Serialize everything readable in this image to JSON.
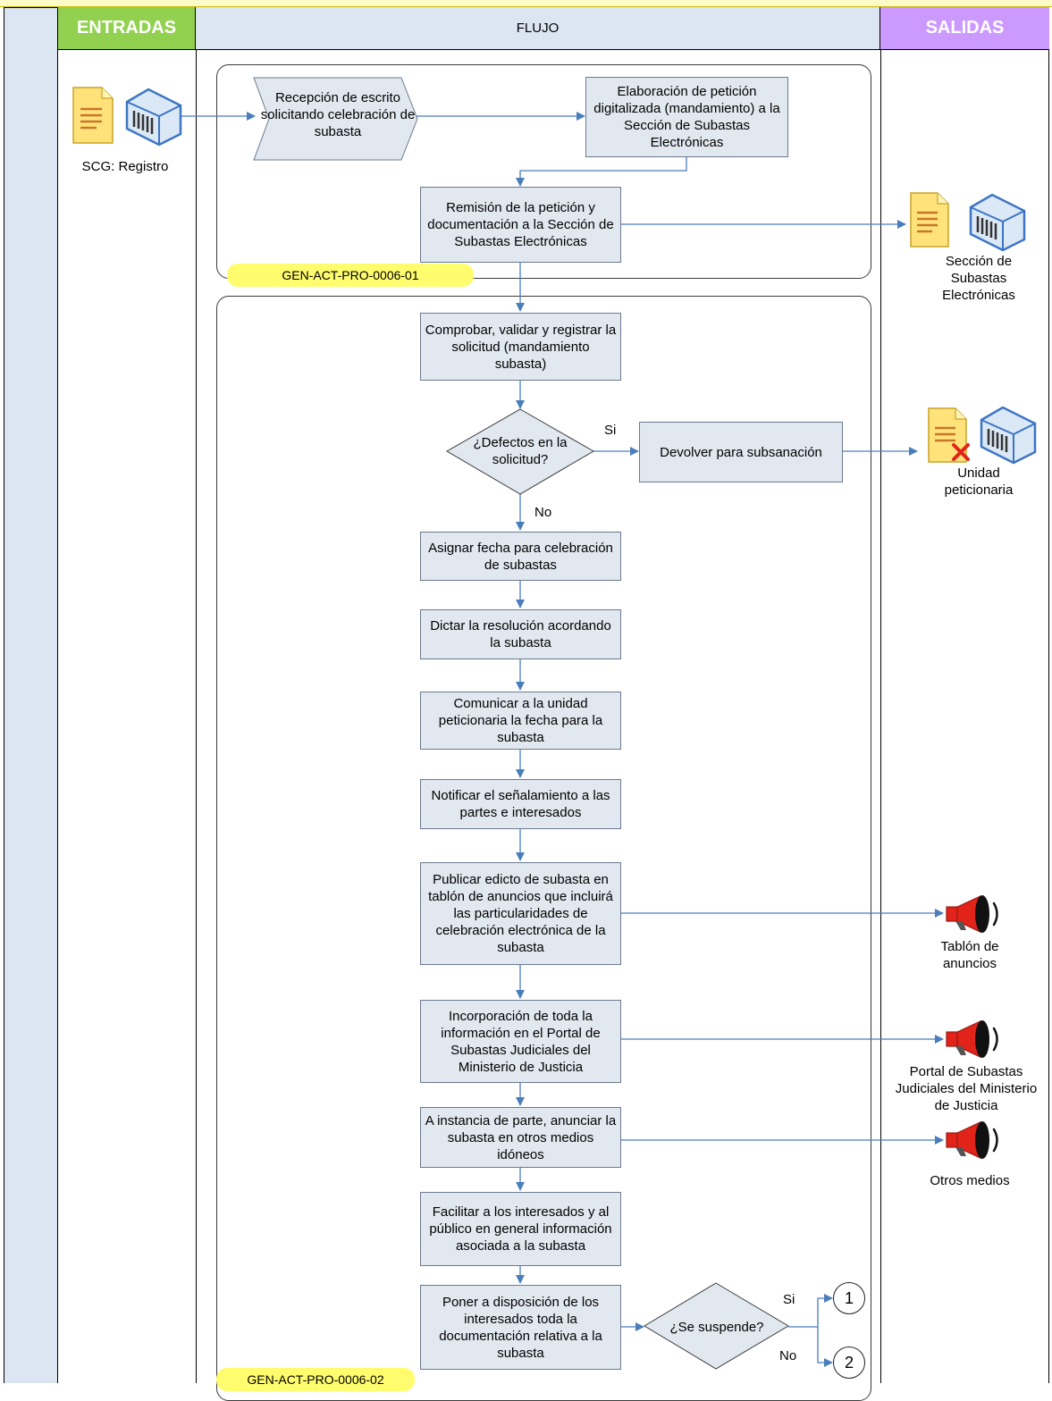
{
  "headers": {
    "entradas": "ENTRADAS",
    "flujo": "FLUJO",
    "salidas": "SALIDAS"
  },
  "inputs": {
    "scg_registro": "SCG: Registro"
  },
  "groups": {
    "group1_tag": "GEN-ACT-PRO-0006-01",
    "group2_tag": "GEN-ACT-PRO-0006-02"
  },
  "steps": {
    "recepcion": "Recepción de escrito solicitando celebración de subasta",
    "elaboracion": "Elaboración de petición digitalizada (mandamiento) a la Sección de Subastas Electrónicas",
    "remision": "Remisión de la petición y documentación a la Sección de Subastas Electrónicas",
    "comprobar": "Comprobar, validar y registrar la solicitud (mandamiento subasta)",
    "defectos": "¿Defectos en la solicitud?",
    "devolver": "Devolver para subsanación",
    "asignar": "Asignar fecha para celebración de subastas",
    "dictar": "Dictar la resolución acordando la subasta",
    "comunicar": "Comunicar a la unidad peticionaria la fecha para la subasta",
    "notificar": "Notificar el señalamiento a las partes e interesados",
    "publicar": "Publicar edicto de subasta en tablón de anuncios que incluirá las particularidades de celebración electrónica de la subasta",
    "incorporacion": "Incorporación de toda la información en el Portal de Subastas Judiciales del Ministerio de Justicia",
    "instancia": "A instancia de parte, anunciar la subasta en otros medios idóneos",
    "facilitar": "Facilitar a los interesados y al público en general información asociada a la subasta",
    "poner": "Poner a disposición de los interesados toda la documentación relativa a la subasta",
    "suspende": "¿Se suspende?"
  },
  "branch_labels": {
    "si_defectos": "Si",
    "no_defectos": "No",
    "si_suspende": "Si",
    "no_suspende": "No"
  },
  "connectors": {
    "c1": "1",
    "c2": "2"
  },
  "outputs": {
    "seccion": "Sección de Subastas Electrónicas",
    "unidad": "Unidad peticionaria",
    "tablon": "Tablón de anuncios",
    "portal": "Portal de Subastas Judiciales del Ministerio de Justicia",
    "otros": "Otros medios"
  },
  "colors": {
    "entradas": "#92d050",
    "salidas": "#cc99ff",
    "flujo": "#dce6f2",
    "arrow": "#4a7ebb",
    "tag": "#fffc6e",
    "box": "#e2e8f0"
  },
  "icons": {
    "document": "document-icon",
    "server": "server-icon",
    "reject": "reject-x-icon",
    "megaphone": "megaphone-icon"
  }
}
